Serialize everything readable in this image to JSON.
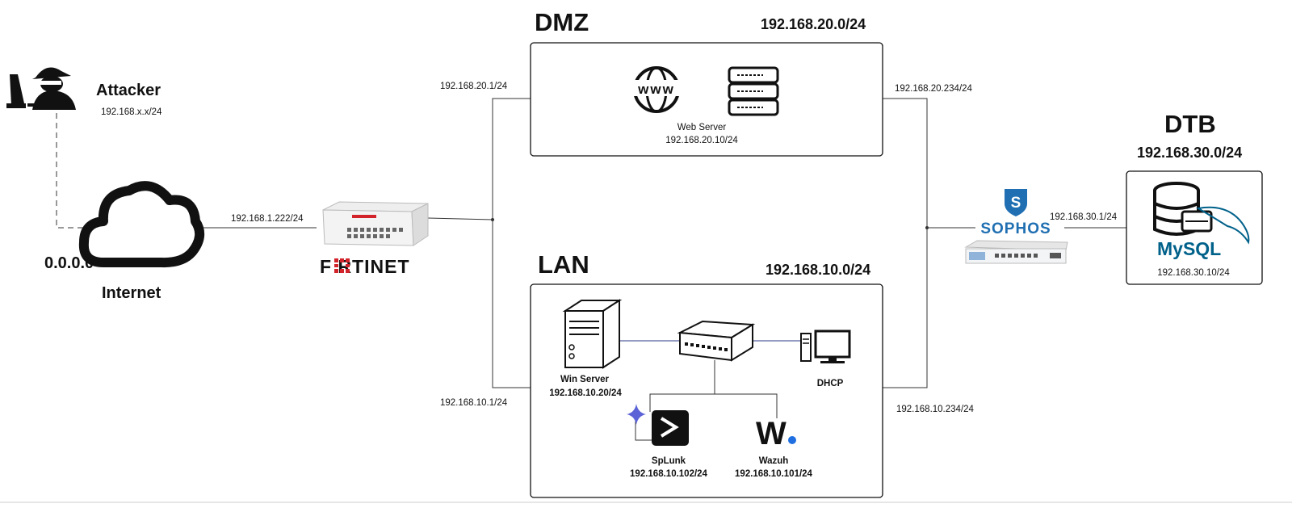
{
  "zones": {
    "dmz": {
      "name": "DMZ",
      "subnet": "192.168.20.0/24"
    },
    "lan": {
      "name": "LAN",
      "subnet": "192.168.10.0/24"
    },
    "dtb": {
      "name": "DTB",
      "subnet": "192.168.30.0/24"
    }
  },
  "attacker": {
    "label": "Attacker",
    "ip": "192.168.x.x/24"
  },
  "internet": {
    "label": "Internet",
    "ip": "0.0.0.0"
  },
  "fortinet": {
    "brand": "F RTINET",
    "wan_ip": "192.168.1.222/24"
  },
  "gateways": {
    "dmz_left": "192.168.20.1/24",
    "lan_left": "192.168.10.1/24",
    "dmz_right": "192.168.20.234/24",
    "lan_right": "192.168.10.234/24",
    "dtb": "192.168.30.1/24"
  },
  "web_server": {
    "label": "Web Server",
    "ip": "192.168.20.10/24",
    "globe_text": "www"
  },
  "win_server": {
    "label": "Win Server",
    "ip": "192.168.10.20/24"
  },
  "dhcp": {
    "label": "DHCP"
  },
  "splunk": {
    "label": "SpLunk",
    "ip": "192.168.10.102/24"
  },
  "wazuh": {
    "label": "Wazuh",
    "ip": "192.168.10.101/24",
    "logo_text": "W"
  },
  "sophos": {
    "brand": "SOPHOS",
    "shield": "S"
  },
  "mysql": {
    "brand": "MySQL",
    "ip": "192.168.30.10/24"
  },
  "colors": {
    "fortinet_red": "#d2232a",
    "sophos_blue": "#1f6fb2",
    "mysql_blue": "#00618a",
    "mysql_orange": "#e48e00"
  }
}
